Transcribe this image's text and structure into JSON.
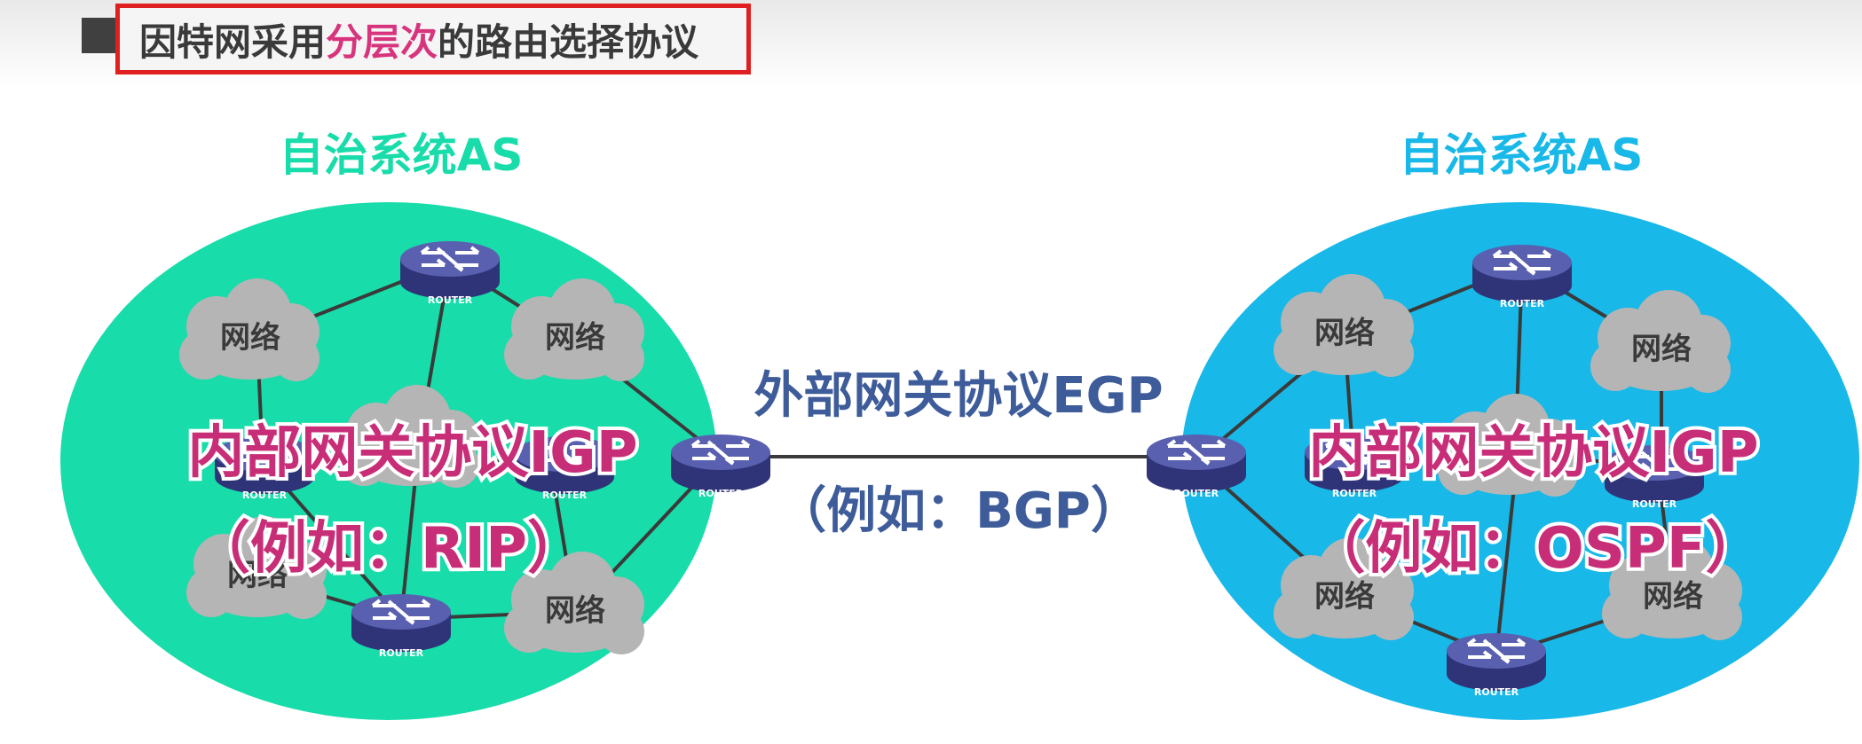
{
  "title": {
    "prefix": "因特网采用",
    "highlight": "分层次",
    "suffix": "的路由选择协议"
  },
  "left_as": {
    "title": "自治系统AS",
    "igp_line1": "内部网关协议IGP",
    "igp_line2": "（例如：RIP）",
    "networks": [
      "网络",
      "网络",
      "网络",
      "网络"
    ],
    "routers": [
      "ROUTER",
      "ROUTER",
      "ROUTER",
      "ROUTER",
      "ROUTER"
    ]
  },
  "right_as": {
    "title": "自治系统AS",
    "igp_line1": "内部网关协议IGP",
    "igp_line2": "（例如：OSPF）",
    "networks": [
      "网络",
      "网络",
      "网络",
      "网络"
    ],
    "routers": [
      "ROUTER",
      "ROUTER",
      "ROUTER",
      "ROUTER",
      "ROUTER"
    ]
  },
  "egp": {
    "line1": "外部网关协议EGP",
    "line2": "（例如：BGP）"
  },
  "colors": {
    "left_as": "#18dcaa",
    "right_as": "#18b8e8",
    "highlight": "#d8347d",
    "title_border": "#e02020",
    "router": "#4a4f9a"
  }
}
